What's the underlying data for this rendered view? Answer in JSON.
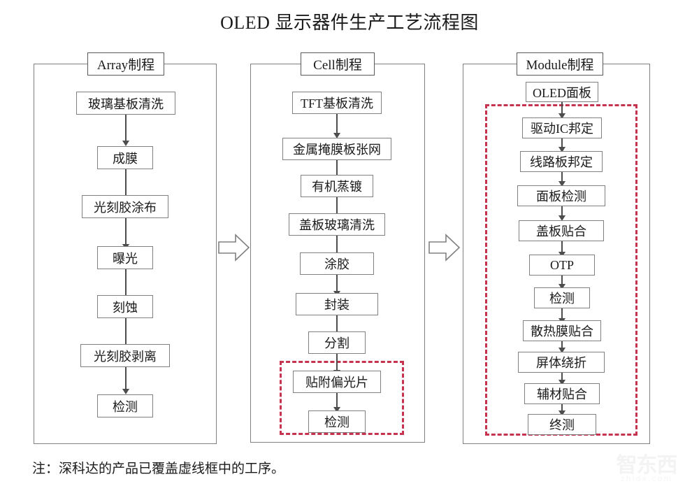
{
  "title": "OLED 显示器件生产工艺流程图",
  "footnote": "注：深科达的产品已覆盖虚线框中的工序。",
  "colors": {
    "frame_border": "#808080",
    "node_border": "#808080",
    "arrow": "#4d4d4d",
    "highlight_dashed": "#c5334f",
    "text": "#1a1a1a",
    "background": "#ffffff"
  },
  "watermark": {
    "logo_text": "智东西",
    "sub_text": "zhidx.com"
  },
  "columns": [
    {
      "id": "array",
      "header": "Array制程",
      "steps": [
        {
          "label": "玻璃基板清洗"
        },
        {
          "label": "成膜"
        },
        {
          "label": "光刻胶涂布"
        },
        {
          "label": "曝光"
        },
        {
          "label": "刻蚀"
        },
        {
          "label": "光刻胶剥离"
        },
        {
          "label": "检测"
        }
      ],
      "highlight_steps": []
    },
    {
      "id": "cell",
      "header": "Cell制程",
      "steps": [
        {
          "label": "TFT基板清洗"
        },
        {
          "label": "金属掩膜板张网"
        },
        {
          "label": "有机蒸镀"
        },
        {
          "label": "盖板玻璃清洗"
        },
        {
          "label": "涂胶"
        },
        {
          "label": "封装"
        },
        {
          "label": "分割"
        },
        {
          "label": "贴附偏光片"
        },
        {
          "label": "检测"
        }
      ],
      "highlight_steps": [
        "贴附偏光片",
        "检测"
      ]
    },
    {
      "id": "module",
      "header": "Module制程",
      "steps": [
        {
          "label": "OLED面板"
        },
        {
          "label": "驱动IC邦定"
        },
        {
          "label": "线路板邦定"
        },
        {
          "label": "面板检测"
        },
        {
          "label": "盖板贴合"
        },
        {
          "label": "OTP"
        },
        {
          "label": "检测"
        },
        {
          "label": "散热膜贴合"
        },
        {
          "label": "屏体绕折"
        },
        {
          "label": "辅材贴合"
        },
        {
          "label": "终测"
        }
      ],
      "highlight_steps": [
        "驱动IC邦定",
        "线路板邦定",
        "面板检测",
        "盖板贴合",
        "OTP",
        "检测",
        "散热膜贴合",
        "屏体绕折",
        "辅材贴合",
        "终测"
      ]
    }
  ],
  "connectors": [
    {
      "from": "array",
      "to": "cell",
      "shape": "block-arrow-right"
    },
    {
      "from": "cell",
      "to": "module",
      "shape": "block-arrow-right"
    }
  ]
}
